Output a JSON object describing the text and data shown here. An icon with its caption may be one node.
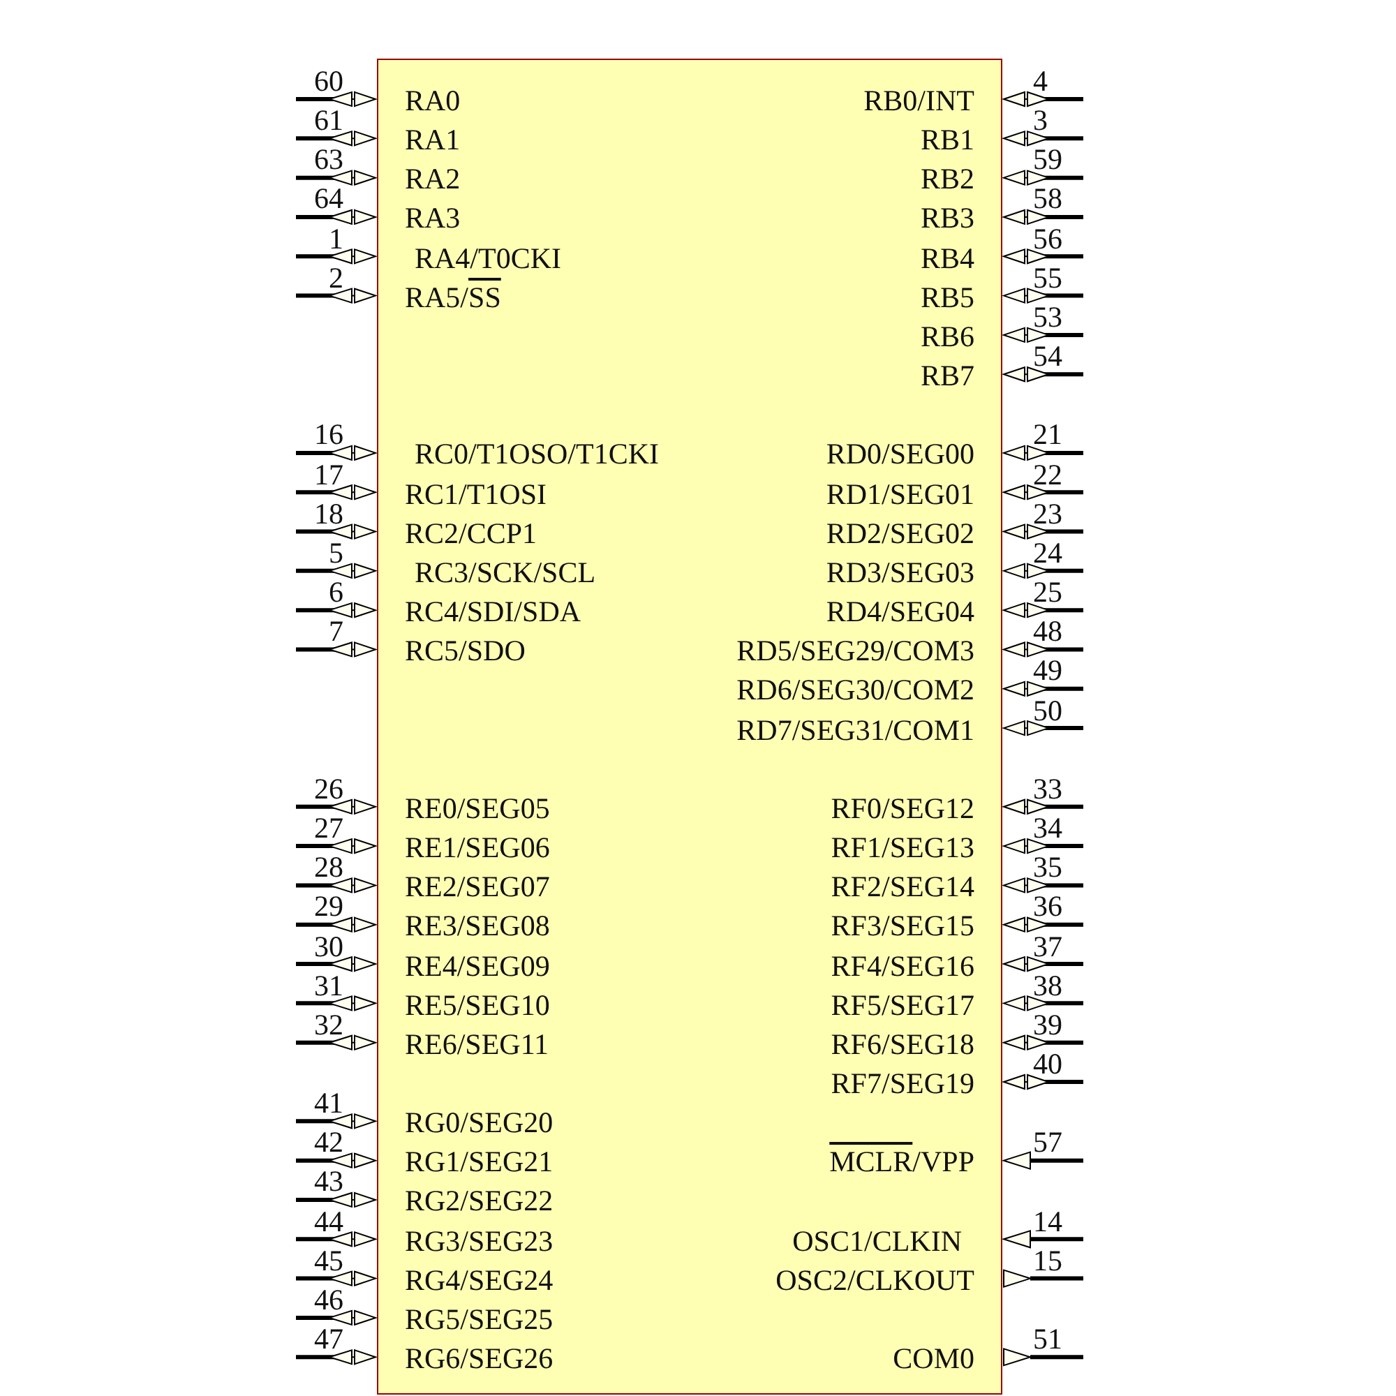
{
  "diagram": {
    "nodes": [
      {
        "text": [
          "RA0",
          "RB0/INT",
          "RA1",
          "RB1",
          "RA2",
          "RB2",
          "RA3",
          "RB3",
          "RA4/T0CKI",
          "RB4",
          "RA5/SS",
          "RB5",
          "RB6",
          "RB7",
          "RC0/T1OSO/T1CKI",
          "RD0/SEG00",
          "RC1/T1OSI",
          "RD1/SEG01",
          "RC2/CCP1",
          "RD2/SEG02",
          "RC3/SCK/SCL",
          "RD3/SEG03",
          "RC4/SDI/SDA",
          "RD4/SEG04",
          "RC5/SDO",
          "RD5/SEG29/COM3",
          "RD6/SEG30/COM2",
          "RD7/SEG31/COM1",
          "RE0/SEG05",
          "RF0/SEG12",
          "RE1/SEG06",
          "RF1/SEG13",
          "RE2/SEG07",
          "RF2/SEG14",
          "RE3/SEG08",
          "RF3/SEG15",
          "RE4/SEG09",
          "RF4/SEG16",
          "RE5/SEG10",
          "RF5/SEG17",
          "RE6/SEG11",
          "RF6/SEG18",
          "RF7/SEG19",
          "RG0/SEG20",
          "RG1/SEG21",
          "MCLR/VPP",
          "RG2/SEG22",
          "RG3/SEG23",
          "OSC1/CLKIN",
          "RG4/SEG24",
          "OSC2/CLKOUT",
          "RG5/SEG25",
          "RG6/SEG26",
          "COM0"
        ]
      }
    ],
    "labels": [
      "60",
      "4",
      "61",
      "3",
      "63",
      "59",
      "64",
      "58",
      "1",
      "56",
      "2",
      "55",
      "53",
      "54",
      "16",
      "21",
      "17",
      "22",
      "18",
      "23",
      "5",
      "24",
      "6",
      "25",
      "7",
      "48",
      "49",
      "50",
      "26",
      "33",
      "27",
      "34",
      "28",
      "35",
      "29",
      "36",
      "30",
      "37",
      "31",
      "38",
      "32",
      "39",
      "40",
      "41",
      "42",
      "57",
      "43",
      "44",
      "14",
      "45",
      "15",
      "46",
      "47",
      "51"
    ]
  }
}
